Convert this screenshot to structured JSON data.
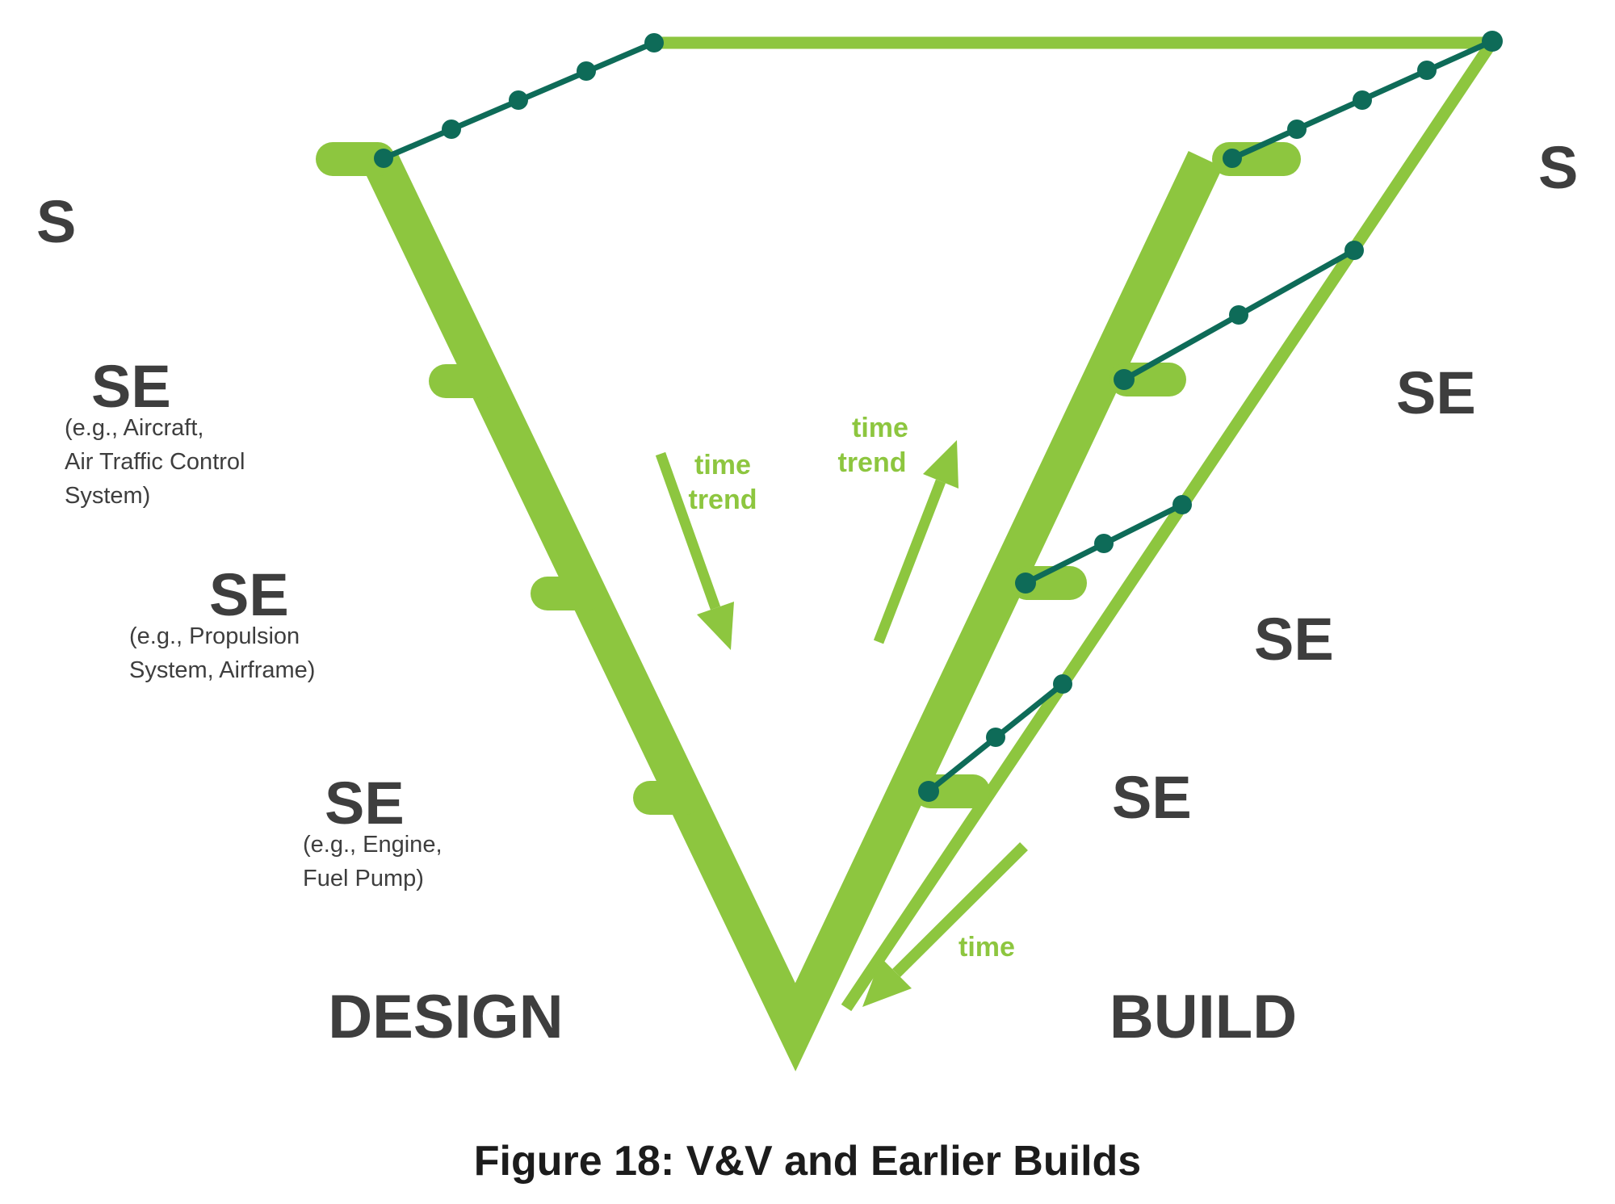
{
  "figure": {
    "caption": "Figure 18: V&V and Earlier Builds"
  },
  "colors": {
    "green": "#8DC63F",
    "teal": "#0E6B58",
    "label_text": "#3E3E3E",
    "caption_text": "#1C1C1C",
    "background": "#FFFFFF"
  },
  "left_side": {
    "system_label": "S",
    "phase": "DESIGN",
    "levels": [
      {
        "label": "SE",
        "sublabel_lines": [
          "(e.g., Aircraft,",
          "Air Traffic Control",
          "System)"
        ]
      },
      {
        "label": "SE",
        "sublabel_lines": [
          "(e.g., Propulsion",
          "System, Airframe)"
        ]
      },
      {
        "label": "SE",
        "sublabel_lines": [
          "(e.g., Engine,",
          "Fuel Pump)"
        ]
      }
    ]
  },
  "right_side": {
    "system_label": "S",
    "phase": "BUILD",
    "levels": [
      {
        "label": "SE"
      },
      {
        "label": "SE"
      },
      {
        "label": "SE"
      }
    ]
  },
  "annotations": {
    "time_trend_down": {
      "line1": "time",
      "line2": "trend"
    },
    "time_trend_up": {
      "line1": "time",
      "line2": "trend"
    },
    "time_bottom": "time"
  }
}
